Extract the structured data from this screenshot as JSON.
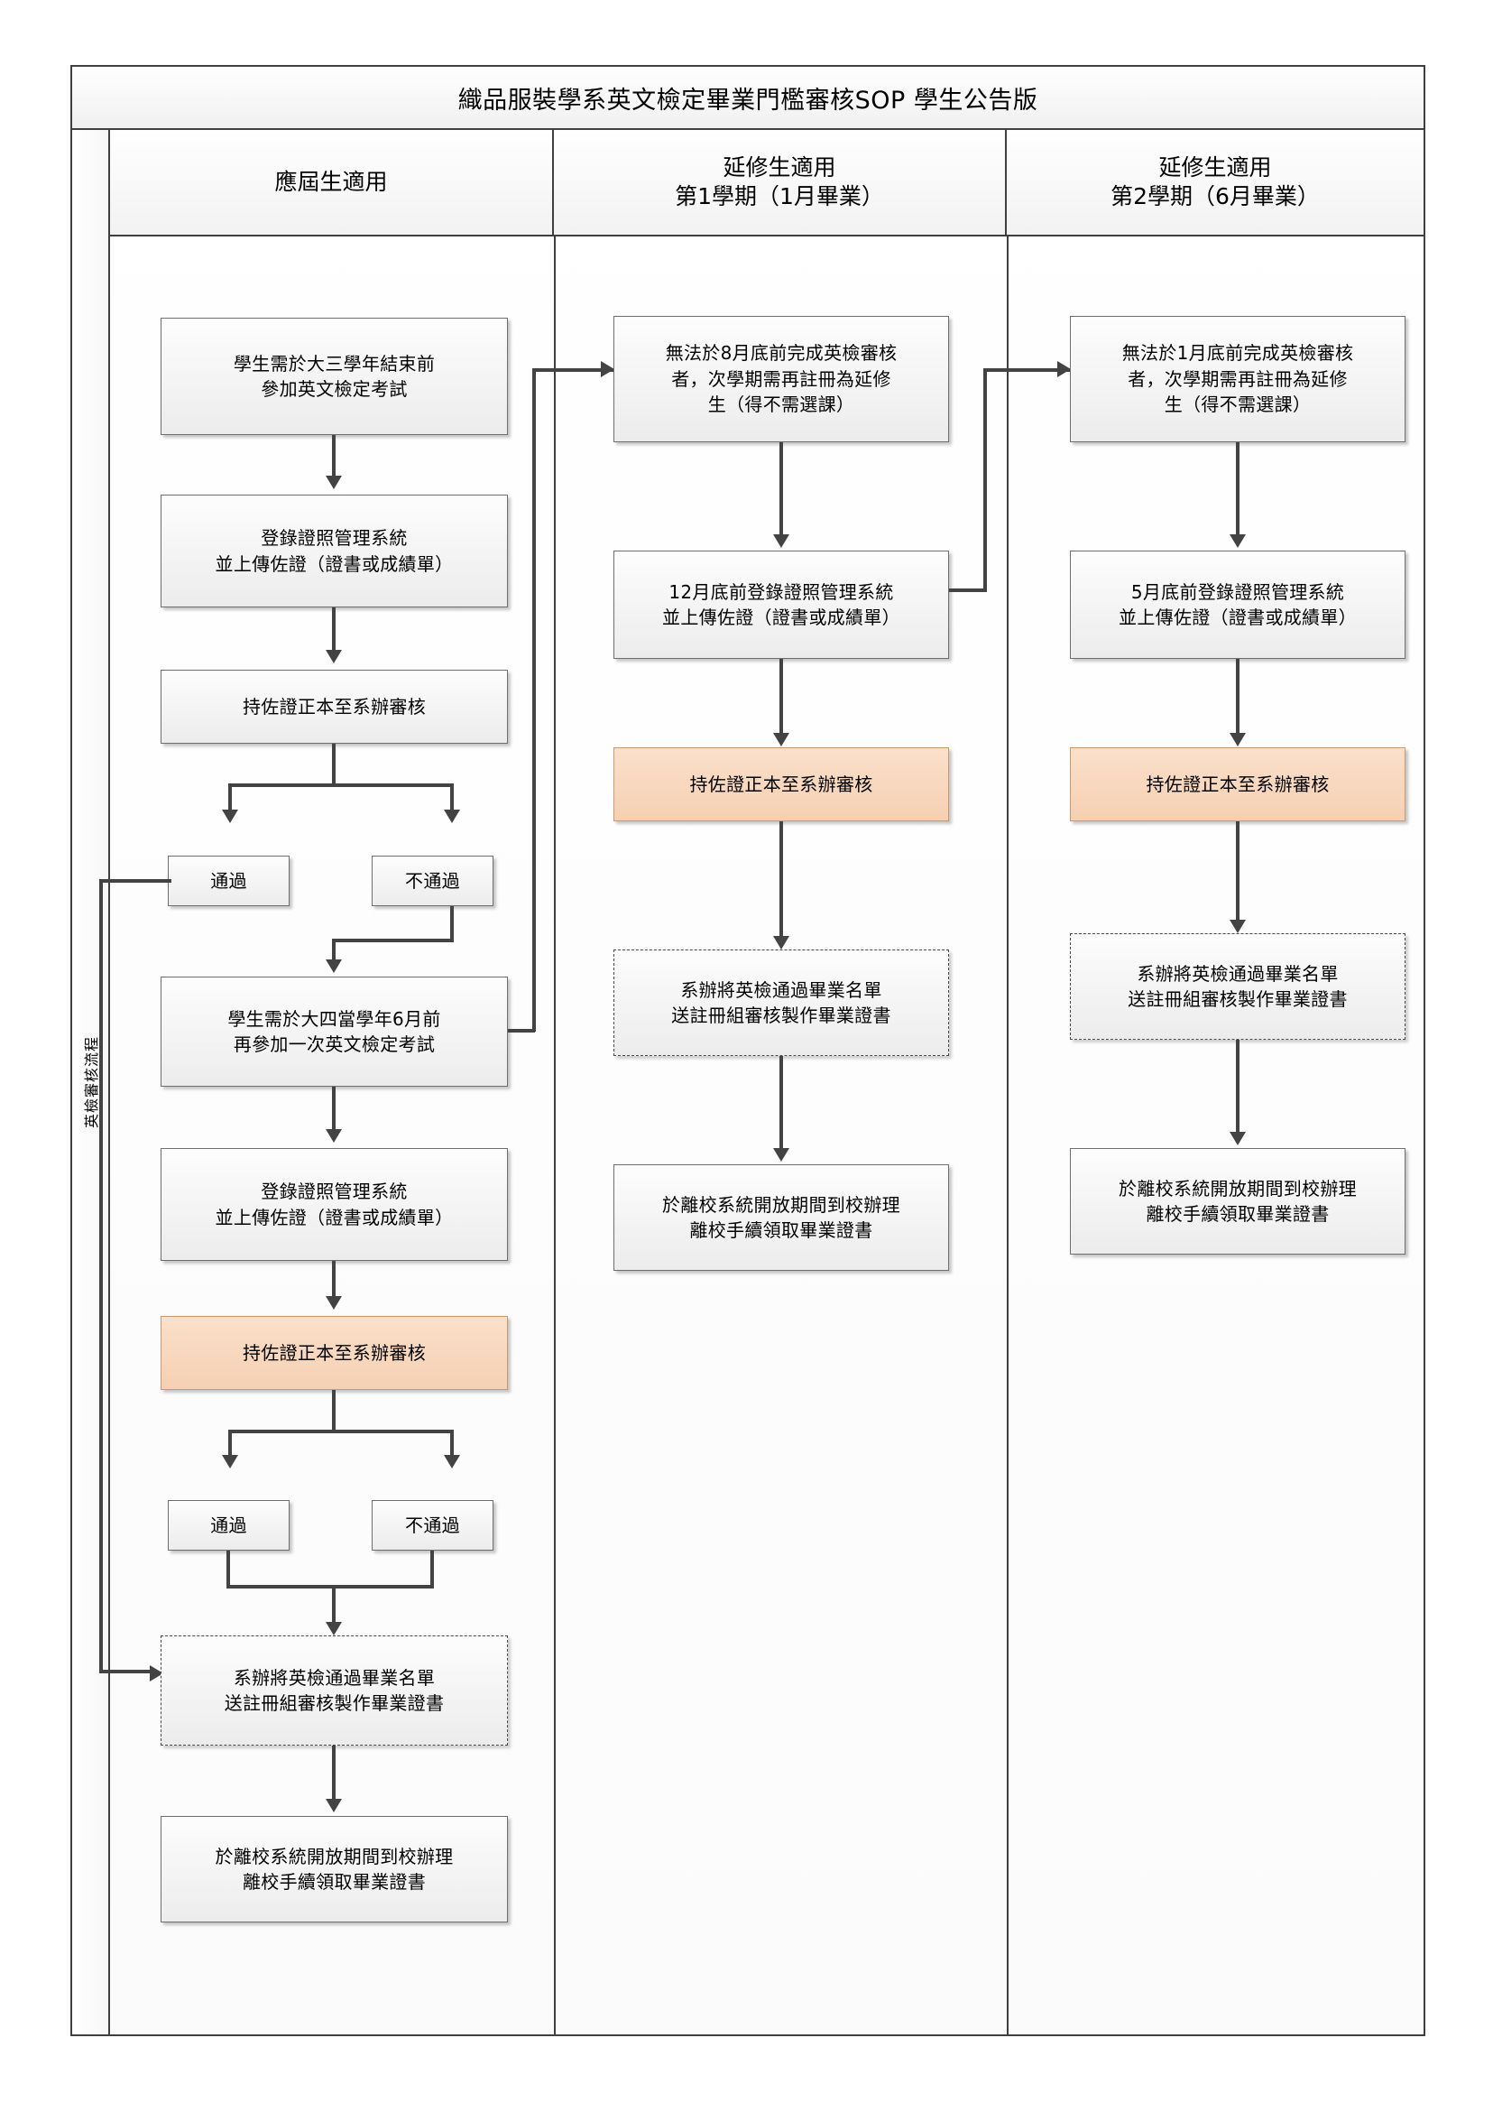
{
  "title": "織品服裝學系英文檢定畢業門檻審核SOP 學生公告版",
  "side_label": "英檢審核流程",
  "colors": {
    "node_fill": "#f2f2f2",
    "node_border": "#6e6e6e",
    "highlight_fill": "#f8ddc6",
    "highlight_border": "#c79a72",
    "connector": "#434343",
    "frame": "#3f3f3f"
  },
  "columns": [
    {
      "id": "current",
      "header_line1": "應屆生適用",
      "header_line2": ""
    },
    {
      "id": "extended-sem1",
      "header_line1": "延修生適用",
      "header_line2": "第1學期（1月畢業）"
    },
    {
      "id": "extended-sem2",
      "header_line1": "延修生適用",
      "header_line2": "第2學期（6月畢業）"
    }
  ],
  "col1_nodes": {
    "n1_l1": "學生需於大三學年結束前",
    "n1_l2": "參加英文檢定考試",
    "n2_l1": "登錄證照管理系統",
    "n2_l2": "並上傳佐證（證書或成績單）",
    "n3_l1": "持佐證正本至系辦審核",
    "n4_pass": "通過",
    "n4_fail": "不通過",
    "n5_l1": "學生需於大四當學年6月前",
    "n5_l2": "再參加一次英文檢定考試",
    "n6_l1": "登錄證照管理系統",
    "n6_l2": "並上傳佐證（證書或成績單）",
    "n7_l1": "持佐證正本至系辦審核",
    "n8_pass": "通過",
    "n8_fail": "不通過",
    "n9_l1": "系辦將英檢通過畢業名單",
    "n9_l2": "送註冊組審核製作畢業證書",
    "n10_l1": "於離校系統開放期間到校辦理",
    "n10_l2": "離校手續領取畢業證書"
  },
  "col2_nodes": {
    "n1_l1": "無法於8月底前完成英檢審核",
    "n1_l2": "者，次學期需再註冊為延修",
    "n1_l3": "生（得不需選課）",
    "n2_l1": "12月底前登錄證照管理系統",
    "n2_l2": "並上傳佐證（證書或成績單）",
    "n3_l1": "持佐證正本至系辦審核",
    "n4_l1": "系辦將英檢通過畢業名單",
    "n4_l2": "送註冊組審核製作畢業證書",
    "n5_l1": "於離校系統開放期間到校辦理",
    "n5_l2": "離校手續領取畢業證書"
  },
  "col3_nodes": {
    "n1_l1": "無法於1月底前完成英檢審核",
    "n1_l2": "者，次學期需再註冊為延修",
    "n1_l3": "生（得不需選課）",
    "n2_l1": "5月底前登錄證照管理系統",
    "n2_l2": "並上傳佐證（證書或成績單）",
    "n3_l1": "持佐證正本至系辦審核",
    "n4_l1": "系辦將英檢通過畢業名單",
    "n4_l2": "送註冊組審核製作畢業證書",
    "n5_l1": "於離校系統開放期間到校辦理",
    "n5_l2": "離校手續領取畢業證書"
  }
}
